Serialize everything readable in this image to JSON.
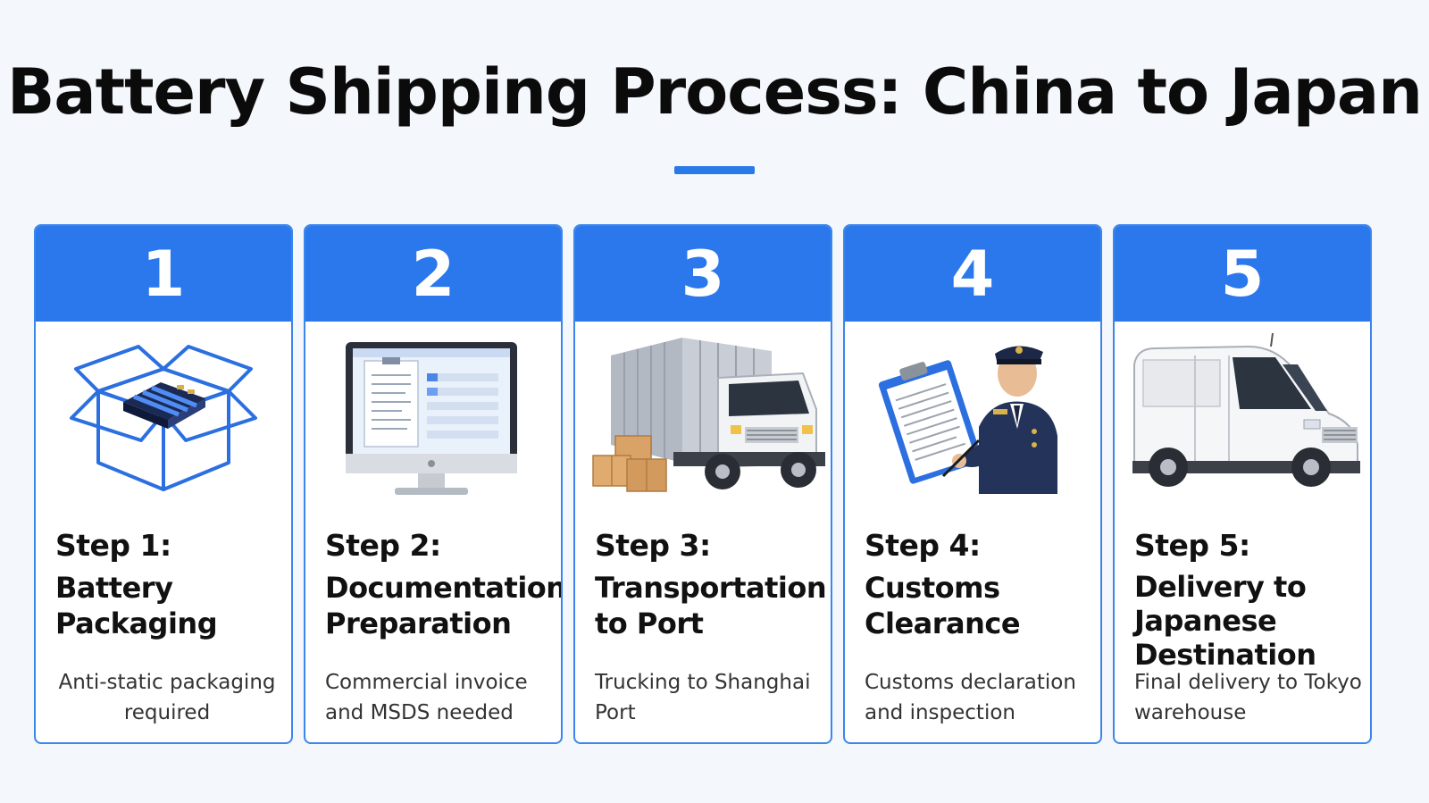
{
  "title": "Battery Shipping Process: China to Japan",
  "colors": {
    "accent": "#2b78ec",
    "border": "#3b86ec",
    "background": "#f4f7fb"
  },
  "steps": [
    {
      "number": "1",
      "label": "Step 1:",
      "title": "Battery Packaging",
      "description": "Anti-static packaging required",
      "icon": "open-box-battery-icon"
    },
    {
      "number": "2",
      "label": "Step 2:",
      "title": "Documentation Preparation",
      "description": "Commercial invoice and MSDS needed",
      "icon": "computer-monitor-document-icon"
    },
    {
      "number": "3",
      "label": "Step 3:",
      "title": "Transportation to Port",
      "description": "Trucking to Shanghai Port",
      "icon": "truck-boxes-icon"
    },
    {
      "number": "4",
      "label": "Step 4:",
      "title": "Customs Clearance",
      "description": "Customs declaration and inspection",
      "icon": "customs-officer-clipboard-icon"
    },
    {
      "number": "5",
      "label": "Step 5:",
      "title": "Delivery to Japanese Destination",
      "description": "Final delivery to Tokyo warehouse",
      "icon": "delivery-van-icon"
    }
  ]
}
